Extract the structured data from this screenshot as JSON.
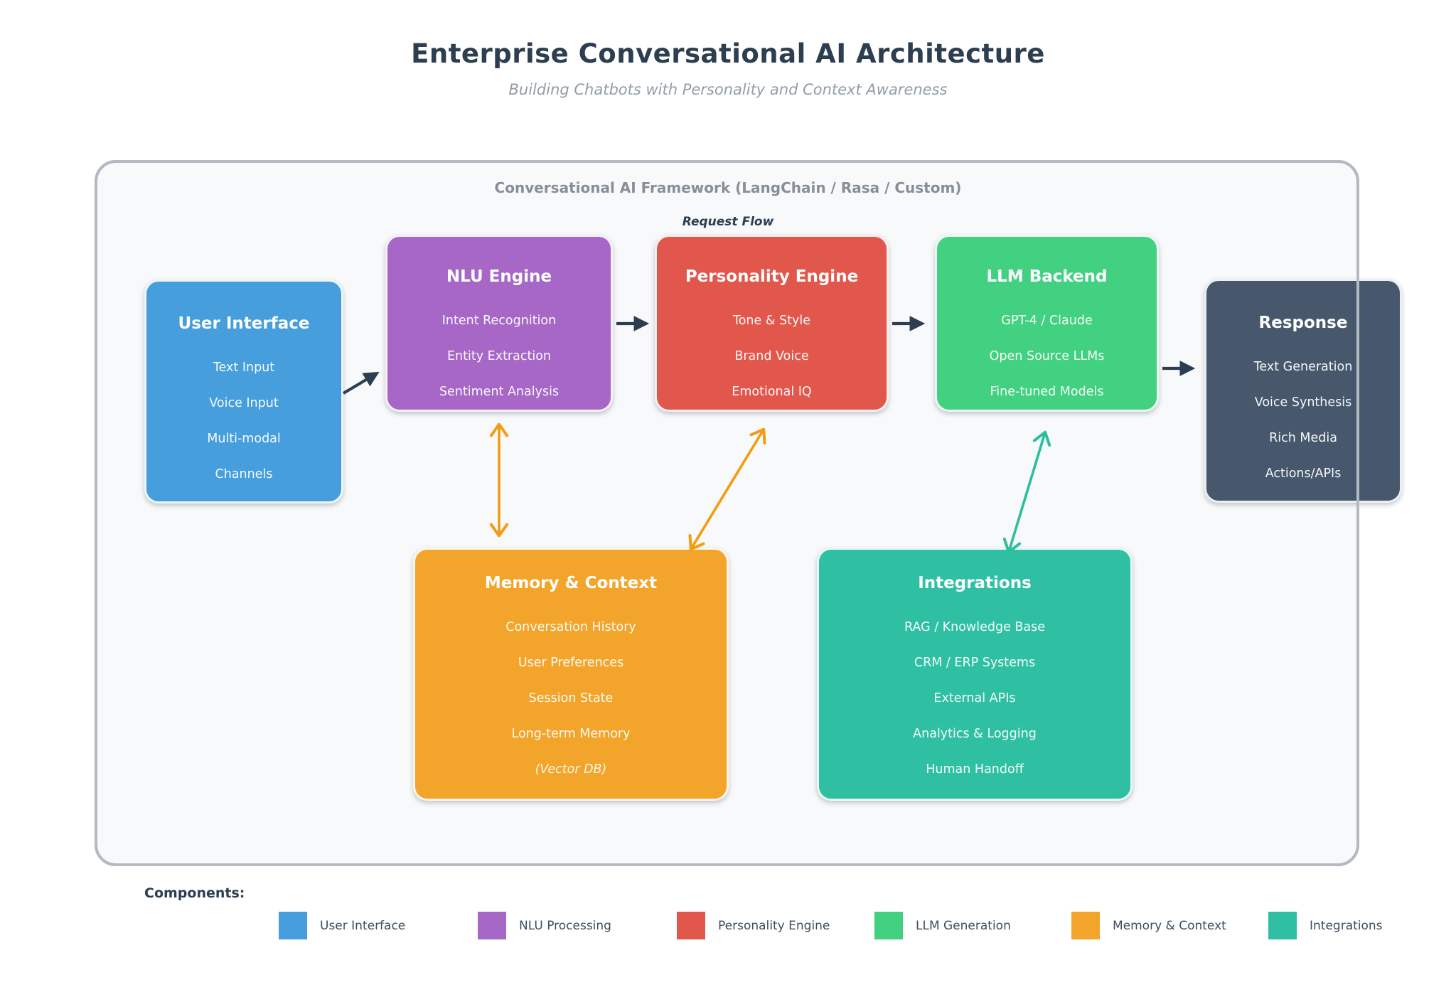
{
  "page": {
    "title": "Enterprise Conversational AI Architecture",
    "subtitle": "Building Chatbots with Personality and Context Awareness"
  },
  "framework": {
    "label": "Conversational AI Framework (LangChain / Rasa / Custom)",
    "flow_label": "Request Flow"
  },
  "boxes": [
    {
      "id": "user-interface",
      "title": "User Interface",
      "color": "#469fdc",
      "items": [
        "Text Input",
        "Voice Input",
        "Multi-modal",
        "Channels"
      ]
    },
    {
      "id": "nlu-engine",
      "title": "NLU Engine",
      "color": "#a667c6",
      "items": [
        "Intent Recognition",
        "Entity Extraction",
        "Sentiment Analysis"
      ]
    },
    {
      "id": "personality-engine",
      "title": "Personality Engine",
      "color": "#e2574c",
      "items": [
        "Tone & Style",
        "Brand Voice",
        "Emotional IQ"
      ]
    },
    {
      "id": "llm-backend",
      "title": "LLM Backend",
      "color": "#42d181",
      "items": [
        "GPT-4 / Claude",
        "Open Source LLMs",
        "Fine-tuned Models"
      ]
    },
    {
      "id": "response",
      "title": "Response",
      "color": "#47586d",
      "items": [
        "Text Generation",
        "Voice Synthesis",
        "Rich Media",
        "Actions/APIs"
      ]
    },
    {
      "id": "memory-context",
      "title": "Memory & Context",
      "color": "#f3a42b",
      "items": [
        "Conversation History",
        "User Preferences",
        "Session State",
        "Long-term Memory",
        "(Vector DB)"
      ]
    },
    {
      "id": "integrations",
      "title": "Integrations",
      "color": "#2fc0a3",
      "items": [
        "RAG / Knowledge Base",
        "CRM / ERP Systems",
        "External APIs",
        "Analytics & Logging",
        "Human Handoff"
      ]
    }
  ],
  "legend": {
    "heading": "Components:",
    "items": [
      {
        "label": "User Interface",
        "color": "#469fdc"
      },
      {
        "label": "NLU Processing",
        "color": "#a667c6"
      },
      {
        "label": "Personality Engine",
        "color": "#e2574c"
      },
      {
        "label": "LLM Generation",
        "color": "#42d181"
      },
      {
        "label": "Memory & Context",
        "color": "#f3a42b"
      },
      {
        "label": "Integrations",
        "color": "#2fc0a3"
      }
    ]
  },
  "colors": {
    "arrow_dark": "#2c3e50",
    "arrow_orange": "#f39c12",
    "arrow_teal": "#2bbfa0",
    "frame_border": "#b3bac1",
    "frame_fill": "#f8f9fa",
    "title_color": "#2c3e50"
  }
}
